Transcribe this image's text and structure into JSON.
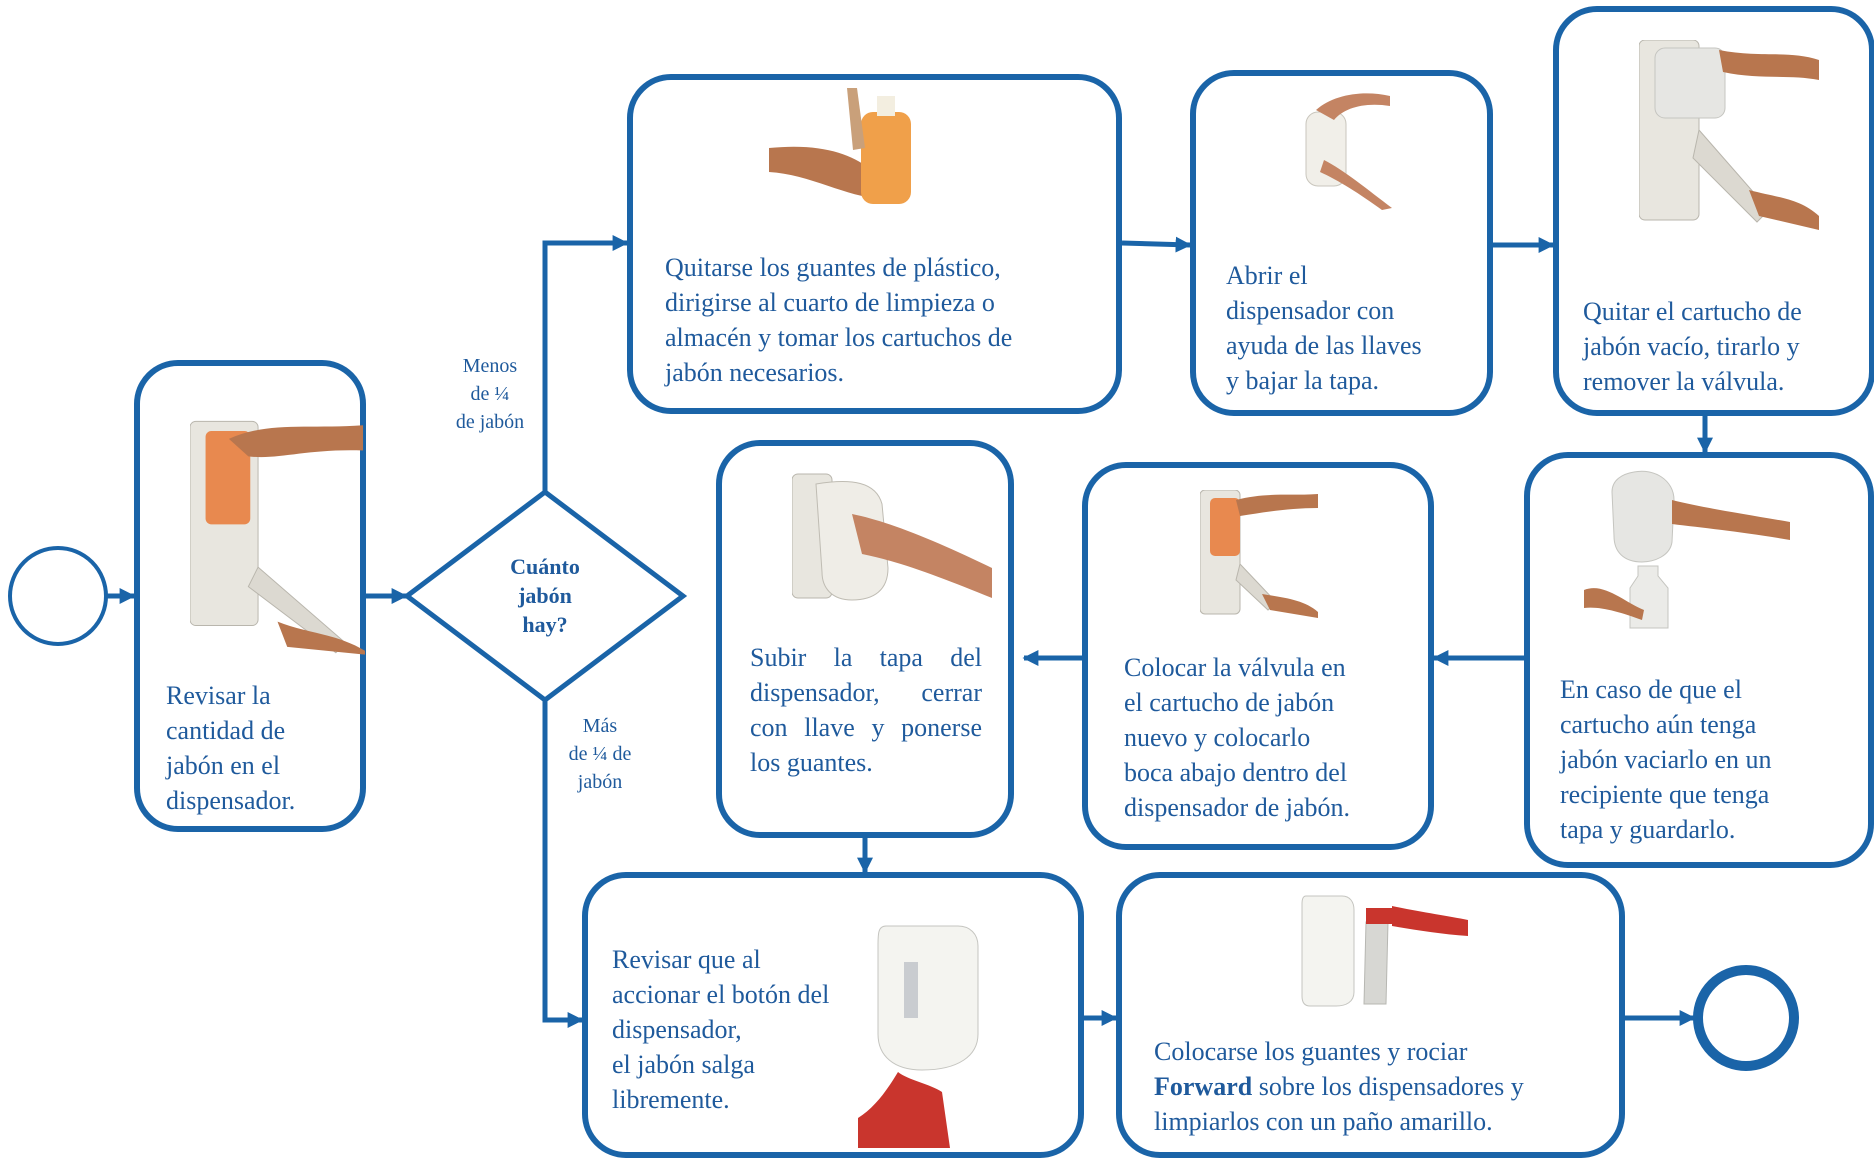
{
  "colors": {
    "accent": "#1a64a8",
    "text": "#1f5a9c"
  },
  "decision": {
    "text": "Cuánto\njabón\nhay?"
  },
  "branches": {
    "less": "Menos\nde ¼\nde jabón",
    "more": "Más\nde ¼ de\njabón"
  },
  "steps": {
    "check": "Revisar la\ncantidad de\njabón en el\ndispensador.",
    "fetch": "Quitarse los guantes de plástico,\ndirigirse al cuarto de limpieza o\nalmacén y tomar los cartuchos de\njabón necesarios.",
    "open": "Abrir el\ndispensador con\nayuda de las llaves\ny bajar la tapa.",
    "remove": "Quitar el cartucho de\njabón vacío, tirarlo y\nremover la válvula.",
    "empty": "En caso de que el\ncartucho aún tenga\njabón vaciarlo en un\nrecipiente que tenga\ntapa y guardarlo.",
    "valve": "Colocar la válvula en\nel cartucho de jabón\nnuevo y colocarlo\nboca abajo dentro del\ndispensador de jabón.",
    "close": "Subir la tapa del dispensador, cerrar con llave y ponerse los guantes.",
    "verify": "Revisar que al\naccionar el botón del\ndispensador,\nel jabón salga\nlibremente.",
    "spray_before": "Colocarse los guantes y rociar",
    "spray_product": "Forward",
    "spray_after": " sobre los dispensadores y\nlimpiarlos con un paño amarillo."
  },
  "icons": [
    "hand-bottle-icon",
    "dispenser-icon",
    "glove-icon",
    "spray-bottle-icon"
  ]
}
